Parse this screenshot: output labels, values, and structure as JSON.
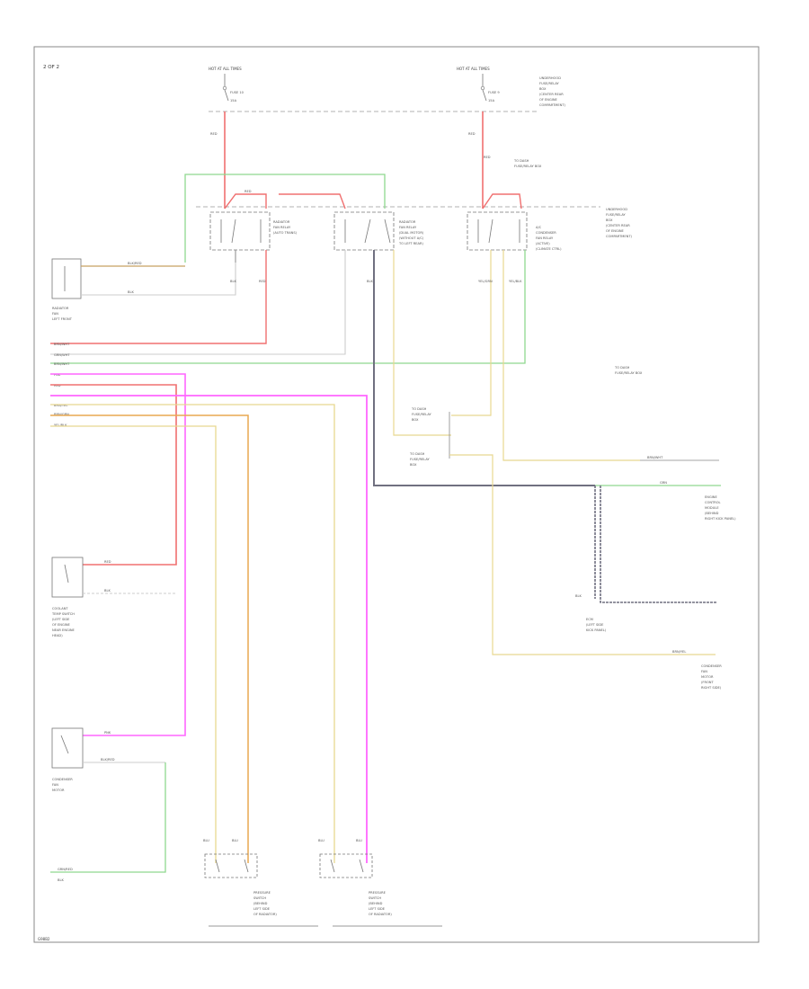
{
  "header": {
    "title": "2 OF 2"
  },
  "footer": {
    "code": "G98B2"
  },
  "power_sources": {
    "left": {
      "label": "HOT AT ALL TIMES",
      "fuse": "FUSE 10",
      "amp": "15A"
    },
    "right": {
      "label": "HOT AT ALL TIMES",
      "fuse": "FUSE 9",
      "amp": "15A"
    },
    "right_box": [
      "UNDERHOOD",
      "FUSE/RELAY",
      "BOX",
      "(CENTER REAR",
      "OF ENGINE",
      "COMPARTMENT)"
    ]
  },
  "relay_box": [
    "UNDERHOOD",
    "FUSE/RELAY",
    "BOX",
    "(CENTER REAR",
    "OF ENGINE",
    "COMPARTMENT)"
  ],
  "relays": {
    "r1": [
      "RADIATOR",
      "FAN RELAY",
      "(AUTO TRANS)"
    ],
    "r2": [
      "RADIATOR",
      "FAN RELAY",
      "(DUAL MOTOR)",
      "(WITHOUT A/C)",
      "TO LEFT REAR)"
    ],
    "r3": [
      "A/C",
      "CONDENSER",
      "FAN RELAY",
      "(ACTIVE)",
      "(CLIMATE CTRL)"
    ]
  },
  "notes": {
    "to_dash": [
      "TO DASH",
      "FUSE/RELAY BOX"
    ],
    "to_dash2": [
      "TO DASH",
      "FUSE/RELAY BOX"
    ],
    "splice_a": [
      "TO DASH",
      "FUSE/RELAY",
      "BOX"
    ],
    "splice_b": [
      "TO DASH",
      "FUSE/RELAY",
      "BOX"
    ]
  },
  "components": {
    "radiator_fan": [
      "RADIATOR",
      "FAN",
      "LEFT FRONT"
    ],
    "coolant_switch": [
      "COOLANT",
      "TEMP SWITCH",
      "(LEFT SIDE",
      "OF ENGINE",
      "NEAR ENGINE",
      "HEAD)"
    ],
    "fan_motor": [
      "CONDENSER",
      "FAN",
      "MOTOR"
    ],
    "ecm": [
      "ECM",
      "(LEFT SIDE",
      "KICK PANEL)"
    ],
    "ecm2": [
      "ENGINE",
      "CONTROL",
      "MODULE",
      "(BEHIND",
      "RIGHT KICK PANEL)"
    ],
    "condenser": [
      "CONDENSER",
      "FAN",
      "MOTOR",
      "(FRONT",
      "RIGHT SIDE)"
    ],
    "pressure_sw_a": [
      "PRESSURE",
      "SWITCH",
      "(BEHIND",
      "LEFT SIDE",
      "OF RADIATOR)"
    ],
    "pressure_sw_b": [
      "PRESSURE",
      "SWITCH",
      "(BEHIND",
      "LEFT SIDE",
      "OF RADIATOR)"
    ]
  },
  "bus_labels": [
    "BRN/WHT",
    "GRN/WHT",
    "BRN/WHT",
    "PNK",
    "RED",
    "BRN/YEL",
    "BRN/GRN",
    "YEL/BLK"
  ],
  "wire_labels": {
    "red1": "RED",
    "red2": "RED",
    "red3": "RED",
    "red4": "RED",
    "grn_wht": "GRN/WHT",
    "brn_wht": "BRN/WHT",
    "blk": "BLK",
    "blk2": "BLK",
    "red_coolant": "RED",
    "blk_coolant": "BLK",
    "pnk": "PNK",
    "blk_fan": "BLK/RED",
    "grn_fan": "GRN/RED",
    "blk_g": "BLK",
    "yel_grn": "YEL/GRN",
    "yel_blk": "YEL/BLK",
    "brn": "BLK/RED",
    "ecm_a": "BRN/WHT",
    "ecm_b": "GRN",
    "ecm_c": "BLK",
    "cond_a": "BRN/YEL",
    "sw1": "BLU",
    "sw2": "BLU",
    "sw3": "BLU",
    "sw4": "BLU"
  }
}
